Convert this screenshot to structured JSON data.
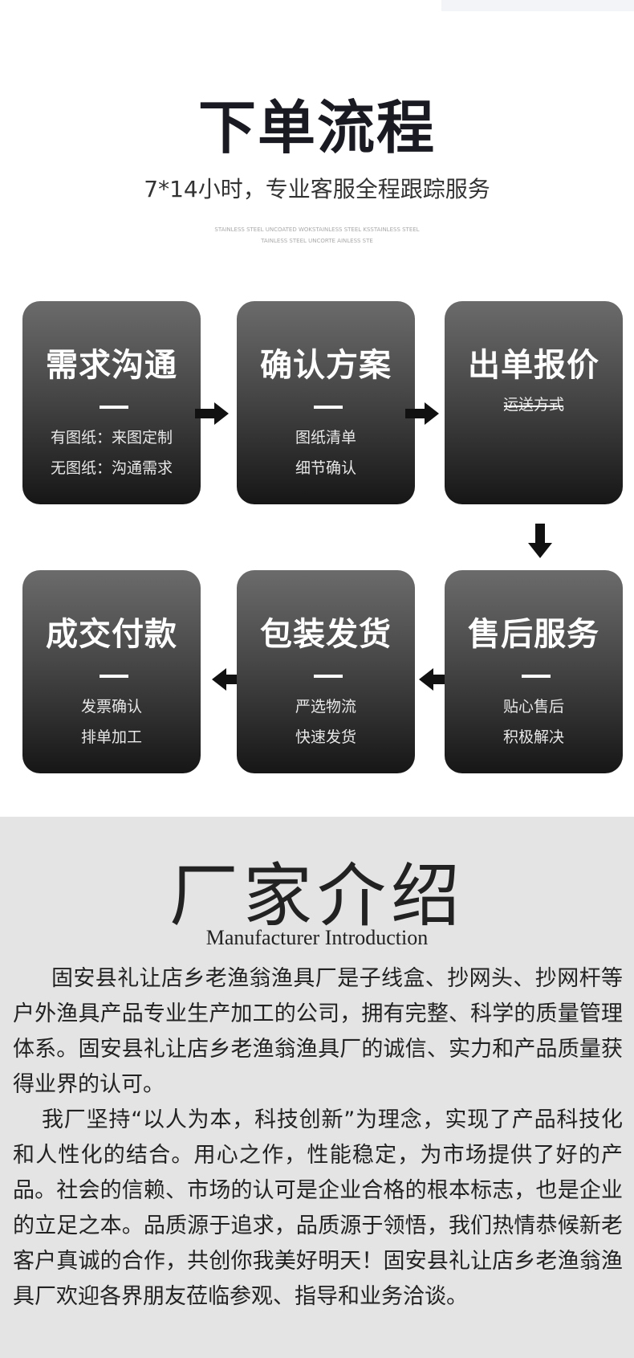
{
  "process": {
    "title": "下单流程",
    "subtitle": "7*14小时，专业客服全程跟踪服务",
    "tiny_line1": "STAINLESS STEEL UNCOATED WOKSTAINLESS STEEL KSSTAINLESS STEEL",
    "tiny_line2": "TAINLESS STEEL UNCORTE AINLESS STE",
    "steps": [
      {
        "title": "需求沟通",
        "line1": "有图纸：来图定制",
        "line2": "无图纸：沟通需求"
      },
      {
        "title": "确认方案",
        "line1": "图纸清单",
        "line2": "细节确认"
      },
      {
        "title": "出单报价",
        "line1": "运送方式",
        "line2": ""
      },
      {
        "title": "售后服务",
        "line1": "贴心售后",
        "line2": "积极解决"
      },
      {
        "title": "包装发货",
        "line1": "严选物流",
        "line2": "快速发货"
      },
      {
        "title": "成交付款",
        "line1": "发票确认",
        "line2": "排单加工"
      }
    ]
  },
  "factory": {
    "title": "厂家介绍",
    "subtitle": "Manufacturer Introduction",
    "paragraph1": "固安县礼让店乡老渔翁渔具厂是子线盒、抄网头、抄网杆等户外渔具产品专业生产加工的公司，拥有完整、科学的质量管理体系。固安县礼让店乡老渔翁渔具厂的诚信、实力和产品质量获得业界的认可。",
    "paragraph2": "我厂坚持“以人为本，科技创新”为理念，实现了产品科技化和人性化的结合。用心之作，性能稳定，为市场提供了好的产品。社会的信赖、市场的认可是企业合格的根本标志，也是企业的立足之本。品质源于追求，品质源于领悟，我们热情恭候新老客户真诚的合作，共创你我美好明天！固安县礼让店乡老渔翁渔具厂欢迎各界朋友莅临参观、指导和业务洽谈。"
  },
  "icons": {
    "arrow_right": "arrow-right-icon",
    "arrow_down": "arrow-down-icon",
    "arrow_left": "arrow-left-icon"
  }
}
